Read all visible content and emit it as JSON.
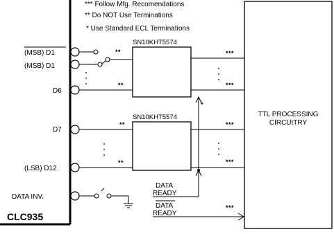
{
  "legend": {
    "item1": "*** Follow Mfg. Recomendations",
    "item2": "** Do NOT Use Terminations",
    "item3": "* Use Standard ECL Terminations"
  },
  "pins": {
    "d1_msb_bar": "(MSB) D1",
    "d1_msb": "(MSB) D1",
    "d6": "D6",
    "d7": "D7",
    "d12_lsb": "(LSB) D12",
    "data_inv": "DATA INV."
  },
  "chips": {
    "upper": "SN10KHT5574",
    "lower": "SN10KHT5574"
  },
  "marks": {
    "triple": "***",
    "double": "**",
    "single": "*"
  },
  "signals": {
    "data_ready_line1": "DATA",
    "data_ready_line2": "READY",
    "data_ready_bar_line1": "DATA",
    "data_ready_bar_line2": "READY"
  },
  "ttl_block": {
    "line1": "TTL PROCESSING",
    "line2": "CIRCUITRY"
  },
  "device": {
    "part_number": "CLC935"
  }
}
